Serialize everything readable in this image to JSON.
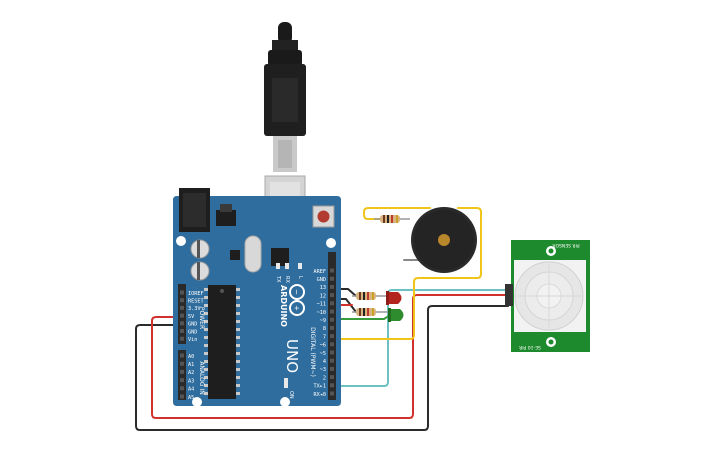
{
  "colors": {
    "board": "#2f6d9e",
    "board_dark": "#245a84",
    "header": "#2a2a2a",
    "wire_red": "#d0312d",
    "wire_black": "#2b2b2b",
    "wire_yellow": "#f0c419",
    "wire_teal": "#6cc2c2",
    "wire_green": "#3a9b3a",
    "pir_board": "#1e8a2e",
    "led_red": "#b3261e",
    "led_green": "#2e8b2e",
    "buzzer": "#2a2a2a"
  },
  "board": {
    "brand": "ARDUINO",
    "model": "UNO",
    "digital_label": "DIGITAL (PWM~)",
    "power_label": "POWER",
    "analog_label": "ANALOG IN",
    "tx_label": "TX",
    "rx_label": "RX",
    "l_label": "L",
    "on_label": "ON",
    "power_pins": [
      "IOREF",
      "RESET",
      "3.3V",
      "5V",
      "GND",
      "GND",
      "Vin"
    ],
    "analog_pins": [
      "A0",
      "A1",
      "A2",
      "A3",
      "A4",
      "A5"
    ],
    "digital_pins": [
      "AREF",
      "GND",
      "13",
      "12",
      "~11",
      "~10",
      "~9",
      "8",
      "7",
      "~6",
      "~5",
      "4",
      "~3",
      "2",
      "TX▸1",
      "RX◂0"
    ]
  },
  "pir": {
    "top_label": "PIR SENSOR",
    "bottom_label": "SE-10 PIR"
  }
}
